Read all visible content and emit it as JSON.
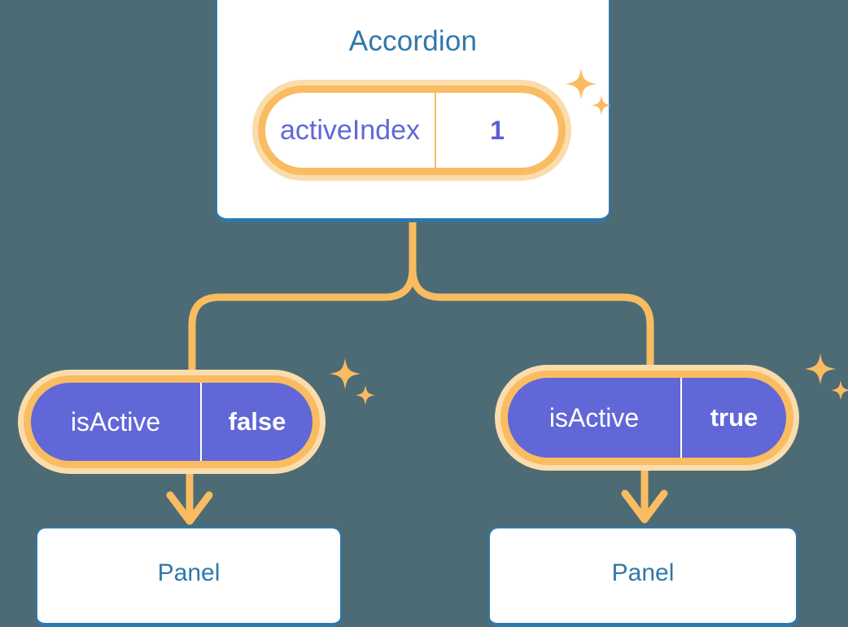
{
  "theme": {
    "background": "#4d6b75",
    "card_bg": "#ffffff",
    "card_border": "#2f78ab",
    "title_color": "#2f78ab",
    "pill_ring_outer": "#fbdcad",
    "pill_ring_inner": "#f9bc61",
    "pill_purple": "#6167d7",
    "pill_text_purple": "#6068d8",
    "connector_color": "#f9bc61",
    "sparkle_color": "#f9bc61"
  },
  "diagram": {
    "type": "component-tree",
    "root": {
      "title": "Accordion",
      "state_pill": {
        "key": "activeIndex",
        "value": "1",
        "style": "white"
      }
    },
    "children": [
      {
        "position": "left",
        "prop_pill": {
          "key": "isActive",
          "value": "false",
          "style": "purple"
        },
        "node": {
          "title": "Panel"
        }
      },
      {
        "position": "right",
        "prop_pill": {
          "key": "isActive",
          "value": "true",
          "style": "purple"
        },
        "node": {
          "title": "Panel"
        }
      }
    ],
    "decorations": [
      {
        "name": "sparkle-card",
        "icon": "sparkle-icon"
      },
      {
        "name": "sparkle-left",
        "icon": "sparkle-icon"
      },
      {
        "name": "sparkle-right",
        "icon": "sparkle-icon"
      }
    ]
  }
}
